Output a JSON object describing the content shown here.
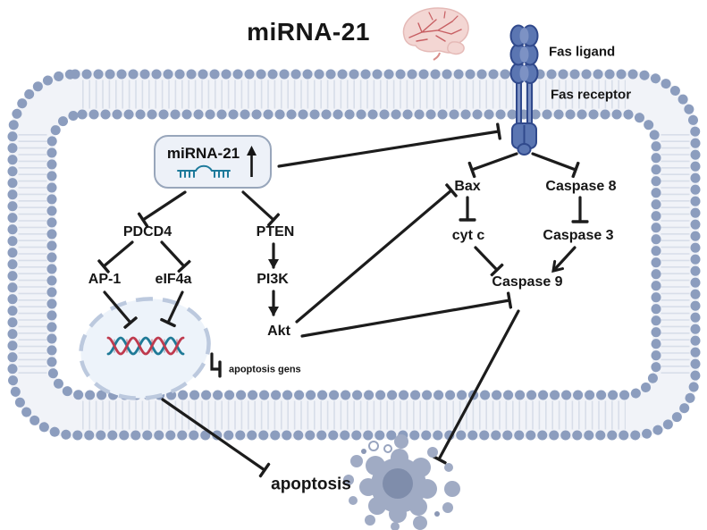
{
  "title": "miRNA-21",
  "box": {
    "label": "miRNA-21"
  },
  "labels": {
    "fas_ligand": "Fas ligand",
    "fas_receptor": "Fas receptor",
    "pdcd4": "PDCD4",
    "pten": "PTEN",
    "ap1": "AP-1",
    "eif4a": "eIF4a",
    "pi3k": "PI3K",
    "akt": "Akt",
    "bax": "Bax",
    "caspase8": "Caspase 8",
    "caspase3": "Caspase 3",
    "cytc": "cyt c",
    "caspase9": "Caspase 9",
    "apoptosis_gens": "apoptosis gens",
    "apoptosis": "apoptosis"
  },
  "icons": {
    "brain": "brain-icon",
    "mirna_hairpin": "mirna-hairpin-icon",
    "up_arrow": "up-arrow-icon",
    "fas_receptor_complex": "fas-receptor-icon",
    "cell_membrane": "cell-membrane-lipid-bilayer-icon",
    "nucleus": "nucleus-icon",
    "dna": "dna-double-helix-icon",
    "apoptotic_cell": "apoptotic-cell-icon"
  },
  "colors": {
    "edge": "#1c1c1c",
    "membrane_head": "#8c9dbe",
    "membrane_tail": "#d8dee9",
    "membrane_band": "#f1f3f8",
    "receptor_fill": "#5b76b2",
    "receptor_outline": "#30498c",
    "rna_teal": "#1e7a9b",
    "dna_strand_a": "#1f7a97",
    "dna_strand_b": "#bf3a4e",
    "nucleus_border": "#bcc9de",
    "nucleus_fill": "#edf3fa",
    "brain_fill": "#f3d6d3",
    "brain_vessels": "#c75f63",
    "apoptotic_cell": "#a0abc4",
    "apoptotic_nucleus": "#7f8dab",
    "box_bg": "#edf1f8",
    "box_border": "#98a6bb"
  },
  "edges": [
    {
      "from": "mirna21-box",
      "to": "fas-receptor",
      "type": "inhibit"
    },
    {
      "from": "mirna21-box",
      "to": "pdcd4",
      "type": "inhibit"
    },
    {
      "from": "mirna21-box",
      "to": "pten",
      "type": "inhibit"
    },
    {
      "from": "pdcd4",
      "to": "ap1",
      "type": "inhibit"
    },
    {
      "from": "pdcd4",
      "to": "eif4a",
      "type": "inhibit"
    },
    {
      "from": "pten",
      "to": "pi3k",
      "type": "activate"
    },
    {
      "from": "pi3k",
      "to": "akt",
      "type": "activate"
    },
    {
      "from": "ap1",
      "to": "nucleus",
      "type": "inhibit"
    },
    {
      "from": "eif4a",
      "to": "nucleus",
      "type": "inhibit"
    },
    {
      "from": "akt",
      "to": "bax",
      "type": "inhibit"
    },
    {
      "from": "akt",
      "to": "caspase9",
      "type": "inhibit"
    },
    {
      "from": "fas-receptor",
      "to": "bax",
      "type": "inhibit"
    },
    {
      "from": "fas-receptor",
      "to": "caspase8",
      "type": "inhibit"
    },
    {
      "from": "bax",
      "to": "cytc",
      "type": "inhibit"
    },
    {
      "from": "cytc",
      "to": "caspase9",
      "type": "inhibit"
    },
    {
      "from": "caspase8",
      "to": "caspase3",
      "type": "inhibit"
    },
    {
      "from": "caspase3",
      "to": "caspase9",
      "type": "open"
    },
    {
      "from": "caspase9",
      "to": "apoptotic-cell",
      "type": "inhibit"
    },
    {
      "from": "dna",
      "to": "apoptosis-gens",
      "type": "inhibit"
    },
    {
      "from": "nucleus",
      "to": "apoptosis",
      "type": "inhibit"
    }
  ]
}
